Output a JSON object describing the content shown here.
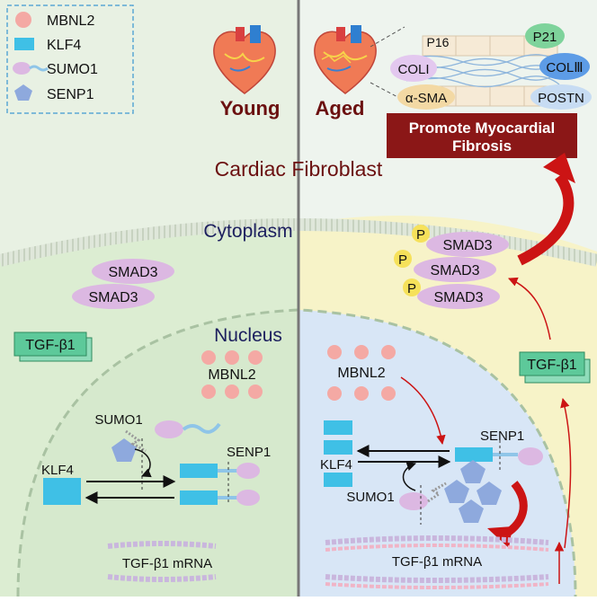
{
  "legend": {
    "items": [
      {
        "label": "MBNL2",
        "icon": "pink-circle-icon"
      },
      {
        "label": "KLF4",
        "icon": "cyan-rectangle-icon"
      },
      {
        "label": "SUMO1",
        "icon": "sumo-chain-icon"
      },
      {
        "label": "SENP1",
        "icon": "pentagon-icon"
      }
    ]
  },
  "header": {
    "young": "Young",
    "aged": "Aged",
    "markers": [
      "P16",
      "P21",
      "COLI",
      "COLⅢ",
      "α-SMA",
      "POSTN"
    ],
    "outcome": [
      "Promote Myocardial",
      "Fibrosis"
    ]
  },
  "compartments": {
    "cell": "Cardiac Fibroblast",
    "cytoplasm": "Cytoplasm",
    "nucleus": "Nucleus"
  },
  "young_panel": {
    "smad": [
      "SMAD3",
      "SMAD3"
    ],
    "tgf": "TGF-β1",
    "mbnl2": "MBNL2",
    "sumo1": "SUMO1",
    "klf4": "KLF4",
    "senp1": "SENP1",
    "mrna": "TGF-β1 mRNA"
  },
  "aged_panel": {
    "phospho": "P",
    "smad": [
      "SMAD3",
      "SMAD3",
      "SMAD3"
    ],
    "tgf": "TGF-β1",
    "mbnl2": "MBNL2",
    "klf4": "KLF4",
    "senp1": "SENP1",
    "sumo1": "SUMO1",
    "mrna": "TGF-β1 mRNA"
  },
  "colors": {
    "title_red": "#6b1010",
    "compartment_navy": "#1c1f5e",
    "outcome_box": "#8b1717",
    "arrow_red": "#cc1414",
    "mbnl2_pink": "#f4a9a4",
    "klf4_cyan": "#3fc0e6",
    "sumo_lilac": "#dcb8e2",
    "senp1_blue": "#8ea9dd",
    "tgf_green": "#5dc99a",
    "phospho_yellow": "#f6e15a"
  }
}
